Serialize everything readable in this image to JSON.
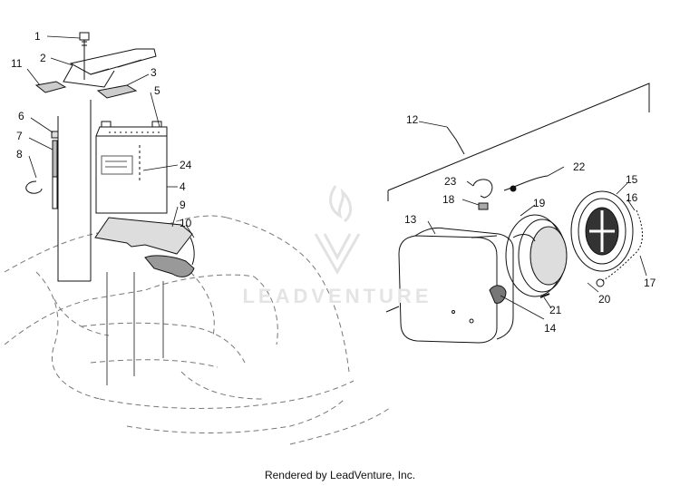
{
  "diagram": {
    "callouts": [
      "1",
      "2",
      "3",
      "4",
      "5",
      "6",
      "7",
      "8",
      "9",
      "10",
      "11",
      "12",
      "13",
      "14",
      "15",
      "16",
      "17",
      "18",
      "19",
      "20",
      "21",
      "22",
      "23",
      "24"
    ],
    "watermark": "LEADVENTURE",
    "footer": "Rendered by LeadVenture, Inc."
  }
}
